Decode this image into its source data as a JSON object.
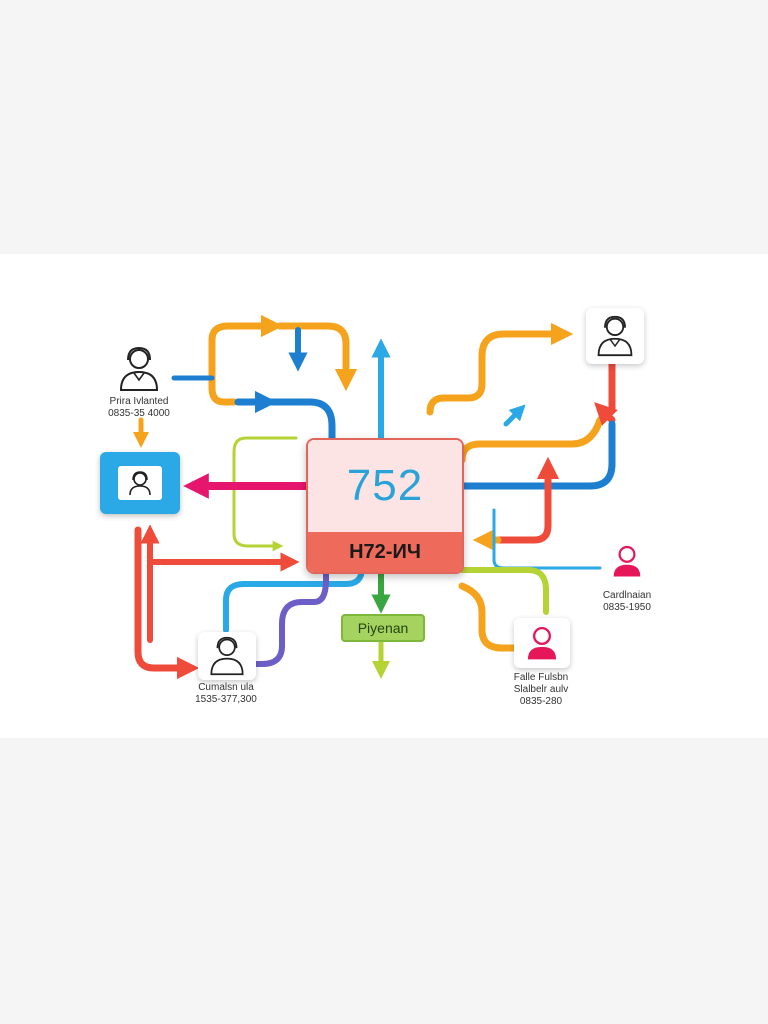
{
  "central": {
    "number": "752",
    "code": "H72-ИЧ"
  },
  "pill": {
    "label": "Piyenan"
  },
  "nodes": {
    "top_left": {
      "name": "Prira Ivlanted",
      "number": "0835-35 4000"
    },
    "bottom_left": {
      "name": "Cumalsn ula",
      "number": "1535-377,300"
    },
    "bottom_right": {
      "name": "Falle Fulsbn",
      "name2": "Slalbelr aulv",
      "number": "0835-280"
    },
    "right": {
      "name": "Cardlnaian",
      "number": "0835-1950"
    }
  },
  "colors": {
    "orange": "#f5a31c",
    "blue": "#1e7fd1",
    "light_blue": "#2aa9e6",
    "red": "#ee4b3a",
    "magenta": "#e6166f",
    "lime": "#b5d334",
    "green": "#3aa63f",
    "purple": "#6b5fc7"
  },
  "icons": [
    "person-icon",
    "support-agent-icon",
    "user-icon"
  ]
}
